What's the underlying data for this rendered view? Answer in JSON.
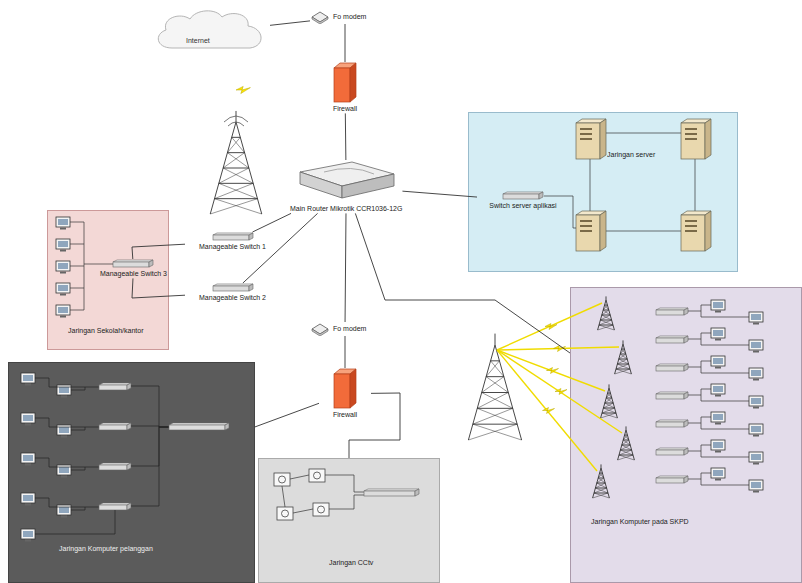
{
  "diagram": {
    "nodes": [
      {
        "text": [
          "Internet"
        ]
      },
      {
        "text": [
          "Fo modem"
        ]
      },
      {
        "text": [
          "Firewall"
        ]
      },
      {
        "text": [
          "Main Router Mikrotik CCR1036-12G"
        ]
      },
      {
        "text": [
          "Manageable Switch 1"
        ]
      },
      {
        "text": [
          "Manageable Switch 2"
        ]
      },
      {
        "text": [
          "Jaringan Sekolah/kantor"
        ]
      },
      {
        "text": [
          "Manageable Switch 3"
        ],
        "in": 6
      },
      {
        "text": [
          "Jaringan server"
        ]
      },
      {
        "text": [
          "Switch server aplikasi"
        ],
        "in": 8
      },
      {
        "text": [
          "Fo modem"
        ]
      },
      {
        "text": [
          "Firewall"
        ]
      },
      {
        "text": [
          "Jaringan Komputer pelanggan"
        ]
      },
      {
        "text": [
          "Jaringan CCtv"
        ]
      },
      {
        "text": [
          "Jaringan Komputer pada SKPD"
        ]
      }
    ],
    "edges": [
      {
        "from": 0,
        "to": 1,
        "arrow": "none"
      },
      {
        "from": 1,
        "to": 2,
        "arrow": "none"
      },
      {
        "from": 2,
        "to": 3,
        "arrow": "none"
      },
      {
        "from": 3,
        "to": 4,
        "arrow": "none"
      },
      {
        "from": 3,
        "to": 5,
        "arrow": "none"
      },
      {
        "from": 4,
        "to": 7,
        "arrow": "none"
      },
      {
        "from": 5,
        "to": 7,
        "arrow": "none"
      },
      {
        "from": 3,
        "to": 9,
        "arrow": "none"
      },
      {
        "from": 3,
        "to": 10,
        "arrow": "none"
      },
      {
        "from": 10,
        "to": 11,
        "arrow": "none"
      },
      {
        "from": 11,
        "to": 12,
        "arrow": "none"
      },
      {
        "from": 11,
        "to": 13,
        "arrow": "none"
      },
      {
        "from": 3,
        "to": 14,
        "arrow": "none"
      }
    ]
  }
}
